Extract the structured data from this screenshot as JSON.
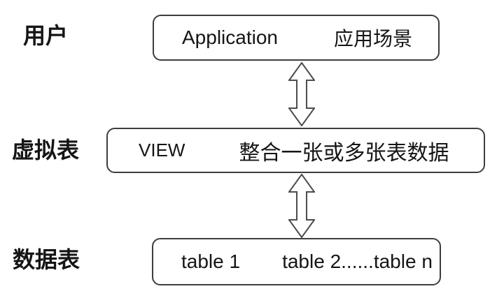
{
  "diagram": {
    "title": "view-architecture-diagram",
    "rows": [
      {
        "label": "用户",
        "box": {
          "primary": "Application",
          "secondary": "应用场景"
        }
      },
      {
        "label": "虚拟表",
        "box": {
          "primary": "VIEW",
          "secondary": "整合一张或多张表数据"
        }
      },
      {
        "label": "数据表",
        "box": {
          "primary": "table 1",
          "secondary": "table 2......table n"
        }
      }
    ],
    "connectors": [
      {
        "type": "double-headed-vertical-arrow",
        "between": [
          "Application",
          "VIEW"
        ]
      },
      {
        "type": "double-headed-vertical-arrow",
        "between": [
          "VIEW",
          "tables"
        ]
      }
    ],
    "colors": {
      "background": "#ffffff",
      "border": "#3d3d3d",
      "text": "#151515",
      "arrow_stroke": "#4d4d4d"
    }
  }
}
